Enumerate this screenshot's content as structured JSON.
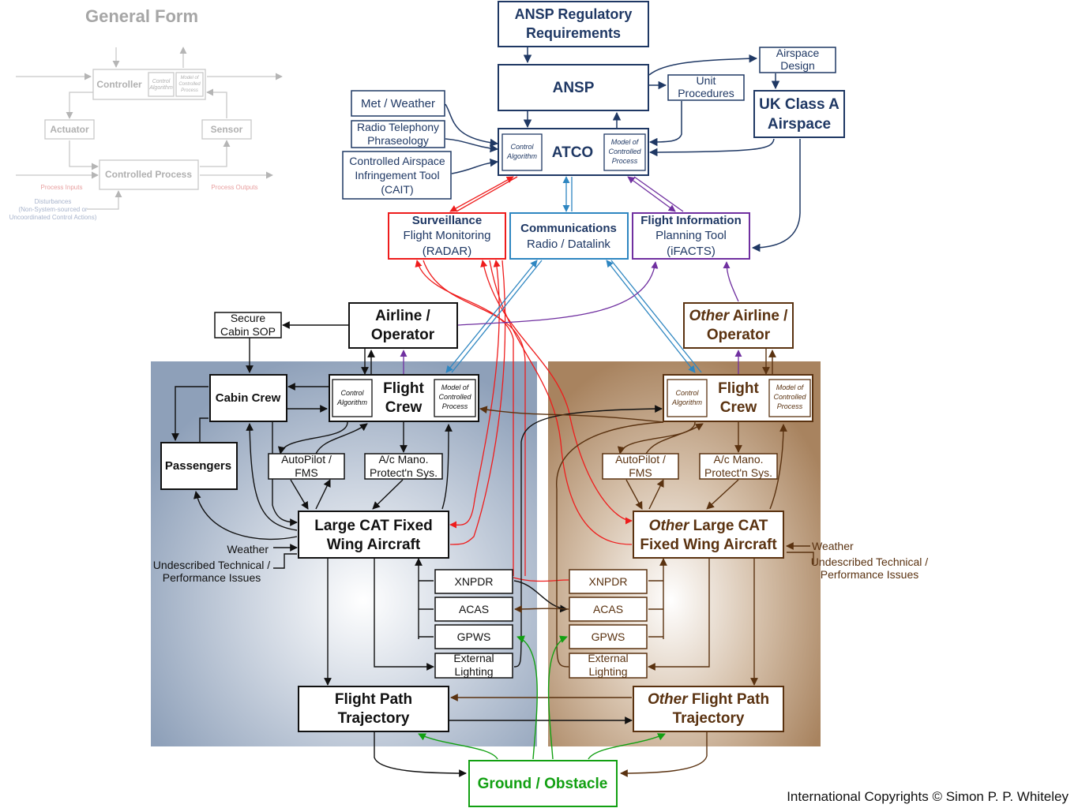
{
  "general_form": {
    "title": "General Form",
    "controller": "Controller",
    "control_algorithm": [
      "Control",
      "Algorithm"
    ],
    "model_controlled": [
      "Model of",
      "Controlled",
      "Process"
    ],
    "actuator": "Actuator",
    "sensor": "Sensor",
    "controlled_process": "Controlled Process",
    "process_inputs": "Process Inputs",
    "process_outputs": "Process Outputs",
    "disturbances": [
      "Disturbances",
      "(Non-System-sourced or",
      "Uncoordinated Control Actions)"
    ]
  },
  "nodes": {
    "ansp_reg": [
      "ANSP Regulatory",
      "Requirements"
    ],
    "ansp": "ANSP",
    "airspace_design": [
      "Airspace",
      "Design"
    ],
    "unit_procedures": [
      "Unit",
      "Procedures"
    ],
    "uk_class_a": [
      "UK Class A",
      "Airspace"
    ],
    "met_weather": "Met / Weather",
    "radio_telephony": [
      "Radio Telephony",
      "Phraseology"
    ],
    "cait": [
      "Controlled Airspace",
      "Infringement Tool",
      "(CAIT)"
    ],
    "atco": "ATCO",
    "atco_control": [
      "Control",
      "Algorithm"
    ],
    "atco_model": [
      "Model of",
      "Controlled",
      "Process"
    ],
    "surveillance": [
      "Surveillance",
      "Flight Monitoring",
      "(RADAR)"
    ],
    "communications": [
      "Communications",
      "Radio / Datalink"
    ],
    "flight_info": [
      "Flight Information",
      "Planning Tool",
      "(iFACTS)"
    ],
    "secure_cabin": [
      "Secure",
      "Cabin SOP"
    ],
    "airline_operator": [
      "Airline /",
      "Operator"
    ],
    "other_airline": [
      "Other",
      "Airline /",
      "Operator"
    ],
    "cabin_crew": "Cabin Crew",
    "passengers": "Passengers",
    "flight_crew": [
      "Flight",
      "Crew"
    ],
    "fc_control": [
      "Control",
      "Algorithm"
    ],
    "fc_model": [
      "Model of",
      "Controlled",
      "Process"
    ],
    "autopilot": [
      "AutoPilot /",
      "FMS"
    ],
    "ac_mano": [
      "A/c Mano.",
      "Protect'n Sys."
    ],
    "large_cat": [
      "Large CAT Fixed",
      "Wing Aircraft"
    ],
    "weather": "Weather",
    "undescribed": [
      "Undescribed Technical /",
      "Performance Issues"
    ],
    "xnpdr": "XNPDR",
    "acas": "ACAS",
    "gpws": "GPWS",
    "ext_lighting": [
      "External",
      "Lighting"
    ],
    "flight_path": [
      "Flight Path",
      "Trajectory"
    ],
    "other_flight_crew": [
      "Flight",
      "Crew"
    ],
    "other_large_cat": [
      "Other",
      "Large CAT",
      "Fixed Wing Aircraft"
    ],
    "other_flight_path": [
      "Other",
      "Flight Path",
      "Trajectory"
    ],
    "ground_obstacle": "Ground / Obstacle"
  },
  "copyright": "International Copyrights © Simon P. P. Whiteley",
  "colors": {
    "navy": "#1f3864",
    "red": "#ee1c1c",
    "blue": "#2e86c1",
    "purple": "#7030a0",
    "brown": "#5a3210",
    "green": "#12a012",
    "gray": "#b0b0b0",
    "black": "#111111"
  }
}
